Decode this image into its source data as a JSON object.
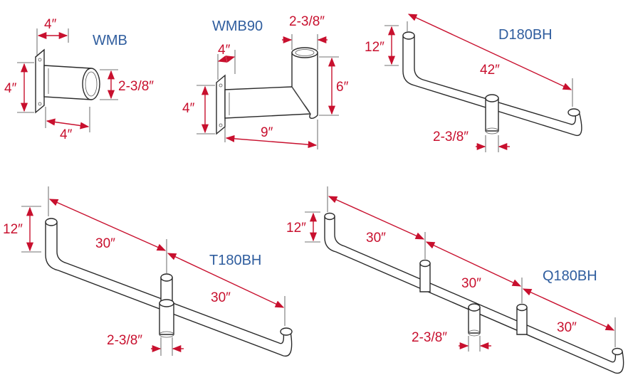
{
  "diagrams": {
    "wmb": {
      "name": "WMB",
      "dims": [
        "4″",
        "4″",
        "2-3/8″",
        "4″"
      ]
    },
    "wmb90": {
      "name": "WMB90",
      "dims": [
        "2-3/8″",
        "4″",
        "6″",
        "4″",
        "9″"
      ]
    },
    "d180bh": {
      "name": "D180BH",
      "dims": [
        "12″",
        "42″",
        "2-3/8″"
      ]
    },
    "t180bh": {
      "name": "T180BH",
      "dims": [
        "12″",
        "30″",
        "30″",
        "2-3/8″"
      ]
    },
    "q180bh": {
      "name": "Q180BH",
      "dims": [
        "12″",
        "30″",
        "30″",
        "30″",
        "2-3/8″"
      ]
    }
  },
  "colors": {
    "dimension": "#c8102e",
    "label": "#2f5d9e",
    "line": "#2a2a2a"
  }
}
